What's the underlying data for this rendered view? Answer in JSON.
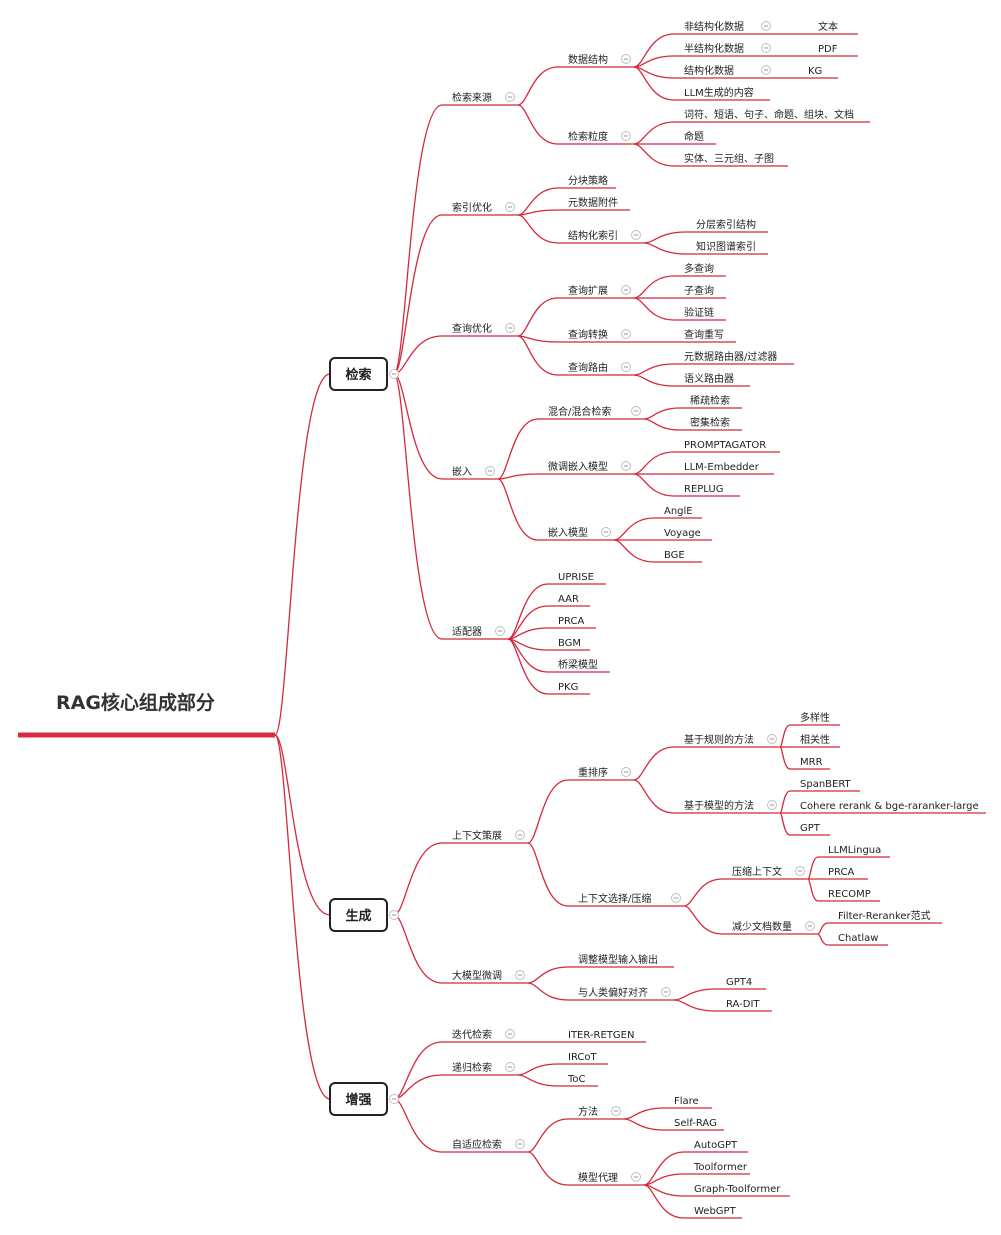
{
  "colors": {
    "line": "#d4283c",
    "root_underline": "#d72c3f",
    "text": "#222222",
    "box_border": "#222222",
    "collapse_circle": "#bfbfbf"
  },
  "icons": {
    "collapse": "minus-circle-icon"
  },
  "root": {
    "label": "RAG核心组成部分",
    "children": [
      {
        "label": "检索",
        "children": [
          {
            "label": "检索来源",
            "children": [
              {
                "label": "数据结构",
                "children": [
                  {
                    "label": "非结构化数据",
                    "children": [
                      {
                        "label": "文本"
                      }
                    ]
                  },
                  {
                    "label": "半结构化数据",
                    "children": [
                      {
                        "label": "PDF"
                      }
                    ]
                  },
                  {
                    "label": "结构化数据",
                    "children": [
                      {
                        "label": "KG"
                      }
                    ]
                  },
                  {
                    "label": "LLM生成的内容"
                  }
                ]
              },
              {
                "label": "检索粒度",
                "children": [
                  {
                    "label": "词符、短语、句子、命题、组块、文档"
                  },
                  {
                    "label": "命题"
                  },
                  {
                    "label": "实体、三元组、子图"
                  }
                ]
              }
            ]
          },
          {
            "label": "索引优化",
            "children": [
              {
                "label": "分块策略"
              },
              {
                "label": "元数据附件"
              },
              {
                "label": "结构化索引",
                "children": [
                  {
                    "label": "分层索引结构"
                  },
                  {
                    "label": "知识图谱索引"
                  }
                ]
              }
            ]
          },
          {
            "label": "查询优化",
            "children": [
              {
                "label": "查询扩展",
                "children": [
                  {
                    "label": "多查询"
                  },
                  {
                    "label": "子查询"
                  },
                  {
                    "label": "验证链"
                  }
                ]
              },
              {
                "label": "查询转换",
                "children": [
                  {
                    "label": "查询重写"
                  }
                ]
              },
              {
                "label": "查询路由",
                "children": [
                  {
                    "label": "元数据路由器/过滤器"
                  },
                  {
                    "label": "语义路由器"
                  }
                ]
              }
            ]
          },
          {
            "label": "嵌入",
            "children": [
              {
                "label": "混合/混合检索",
                "children": [
                  {
                    "label": "稀疏检索"
                  },
                  {
                    "label": "密集检索"
                  }
                ]
              },
              {
                "label": "微调嵌入模型",
                "children": [
                  {
                    "label": "PROMPTAGATOR"
                  },
                  {
                    "label": "LLM-Embedder"
                  },
                  {
                    "label": "REPLUG"
                  }
                ]
              },
              {
                "label": "嵌入模型",
                "children": [
                  {
                    "label": "AnglE"
                  },
                  {
                    "label": "Voyage"
                  },
                  {
                    "label": "BGE"
                  }
                ]
              }
            ]
          },
          {
            "label": "适配器",
            "children": [
              {
                "label": "UPRISE"
              },
              {
                "label": "AAR"
              },
              {
                "label": "PRCA"
              },
              {
                "label": "BGM"
              },
              {
                "label": "桥梁模型"
              },
              {
                "label": "PKG"
              }
            ]
          }
        ]
      },
      {
        "label": "生成",
        "children": [
          {
            "label": "上下文策展",
            "children": [
              {
                "label": "重排序",
                "children": [
                  {
                    "label": "基于规则的方法",
                    "children": [
                      {
                        "label": "多样性"
                      },
                      {
                        "label": "相关性"
                      },
                      {
                        "label": "MRR"
                      }
                    ]
                  },
                  {
                    "label": "基于模型的方法",
                    "children": [
                      {
                        "label": "SpanBERT"
                      },
                      {
                        "label": "Cohere rerank & bge-raranker-large"
                      },
                      {
                        "label": "GPT"
                      }
                    ]
                  }
                ]
              },
              {
                "label": "上下文选择/压缩",
                "children": [
                  {
                    "label": "压缩上下文",
                    "children": [
                      {
                        "label": "LLMLingua"
                      },
                      {
                        "label": "PRCA"
                      },
                      {
                        "label": "RECOMP"
                      }
                    ]
                  },
                  {
                    "label": "减少文档数量",
                    "children": [
                      {
                        "label": "Filter-Reranker范式"
                      },
                      {
                        "label": "Chatlaw"
                      }
                    ]
                  }
                ]
              }
            ]
          },
          {
            "label": "大模型微调",
            "children": [
              {
                "label": "调整模型输入输出"
              },
              {
                "label": "与人类偏好对齐",
                "children": [
                  {
                    "label": "GPT4"
                  },
                  {
                    "label": "RA-DIT"
                  }
                ]
              }
            ]
          }
        ]
      },
      {
        "label": "增强",
        "children": [
          {
            "label": "迭代检索",
            "children": [
              {
                "label": "ITER-RETGEN"
              }
            ]
          },
          {
            "label": "递归检索",
            "children": [
              {
                "label": "IRCoT"
              },
              {
                "label": "ToC"
              }
            ]
          },
          {
            "label": "自适应检索",
            "children": [
              {
                "label": "方法",
                "children": [
                  {
                    "label": "Flare"
                  },
                  {
                    "label": "Self-RAG"
                  }
                ]
              },
              {
                "label": "模型代理",
                "children": [
                  {
                    "label": "AutoGPT"
                  },
                  {
                    "label": "Toolformer"
                  },
                  {
                    "label": "Graph-Toolformer"
                  },
                  {
                    "label": "WebGPT"
                  }
                ]
              }
            ]
          }
        ]
      }
    ]
  }
}
